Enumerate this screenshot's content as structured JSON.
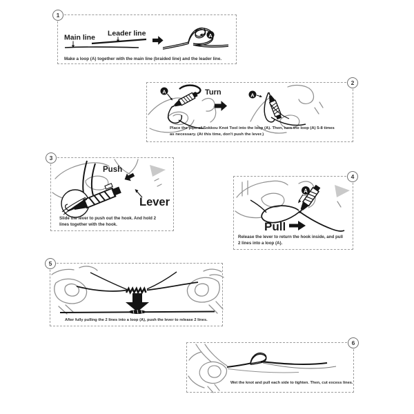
{
  "colors": {
    "ink": "#141414",
    "hand_gray": "#8f8f8f",
    "border_gray": "#9b9b9b",
    "text": "#2b2b2b"
  },
  "steps": [
    {
      "number": "1",
      "labels": {
        "main_line": "Main line",
        "leader_line": "Leader line",
        "loop_badge": "A"
      },
      "caption_lines": [
        "Make a loop (A) together with the main line (braided line) and the leader line."
      ]
    },
    {
      "number": "2",
      "labels": {
        "loop_badge": "A",
        "turn": "Turn",
        "loop_badge_right": "A"
      },
      "caption_lines": [
        "Place the pipe of Sokkou Knot Tool into the loop (A). Then, turn the loop (A) 5-8 times",
        "as necessary. (At this time, don't push the lever.)"
      ]
    },
    {
      "number": "3",
      "labels": {
        "push": "Push",
        "lever": "Lever"
      },
      "caption_lines": [
        "Slide the lever to push out the hook. And hold 2",
        "lines together with the hook."
      ]
    },
    {
      "number": "4",
      "labels": {
        "loop_badge": "A",
        "pull": "Pull"
      },
      "caption_lines": [
        "Release the lever to return the hook inside, and pull",
        "2 lines into a loop (A)."
      ]
    },
    {
      "number": "5",
      "labels": {},
      "caption_lines": [
        "After fully pulling the 2 lines into a loop (A), push the lever to release 2 lines."
      ]
    },
    {
      "number": "6",
      "labels": {},
      "caption_lines": [
        "Wet the knot and pull each side to tighten. Then, cut excess lines."
      ]
    }
  ]
}
